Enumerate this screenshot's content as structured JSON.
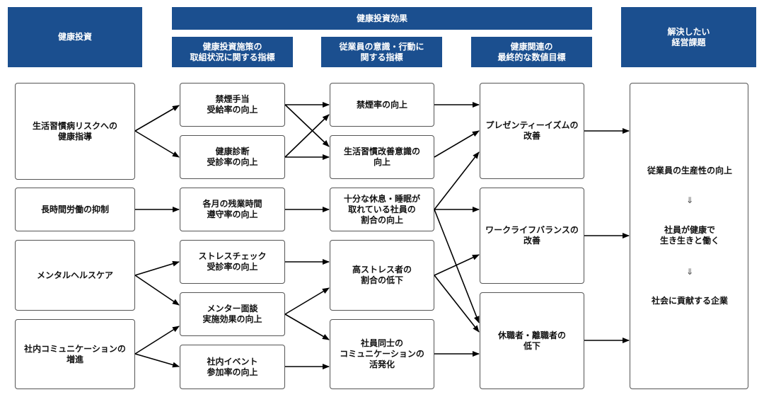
{
  "headers": {
    "investment": "健康投資",
    "effects": "健康投資効果",
    "effects_sub1": "健康投資施策の\n取組状況に関する指標",
    "effects_sub2": "従業員の意識・行動に\n関する指標",
    "effects_sub3": "健康関連の\n最終的な数値目標",
    "issues": "解決したい\n経営課題"
  },
  "investments": [
    "生活習慣病リスクへの\n健康指導",
    "長時間労働の抑制",
    "メンタルヘルスケア",
    "社内コミュニケーションの\n増進"
  ],
  "initiatives": [
    "禁煙手当\n受給率の向上",
    "健康診断\n受診率の向上",
    "各月の残業時間\n遵守率の向上",
    "ストレスチェック\n受診率の向上",
    "メンター面談\n実施効果の向上",
    "社内イベント\n参加率の向上"
  ],
  "behaviors": [
    "禁煙率の向上",
    "生活習慣改善意識の\n向上",
    "十分な休息・睡眠が\n取れている社員の\n割合の向上",
    "高ストレス者の\n割合の低下",
    "社員同士の\nコミュニケーションの\n活発化"
  ],
  "targets": [
    "プレゼンティーイズムの\n改善",
    "ワークライフバランスの\n改善",
    "休職者・離職者の\n低下"
  ],
  "goals": {
    "item1": "従業員の生産性の向上",
    "arrow1": "⇓",
    "item2": "社員が健康で\n生き生きと働く",
    "arrow2": "⇓",
    "item3": "社会に貢献する企業"
  },
  "colors": {
    "header_bg": "#1b4f8f",
    "header_text": "#ffffff",
    "box_border": "#555555",
    "arrow": "#000000"
  }
}
